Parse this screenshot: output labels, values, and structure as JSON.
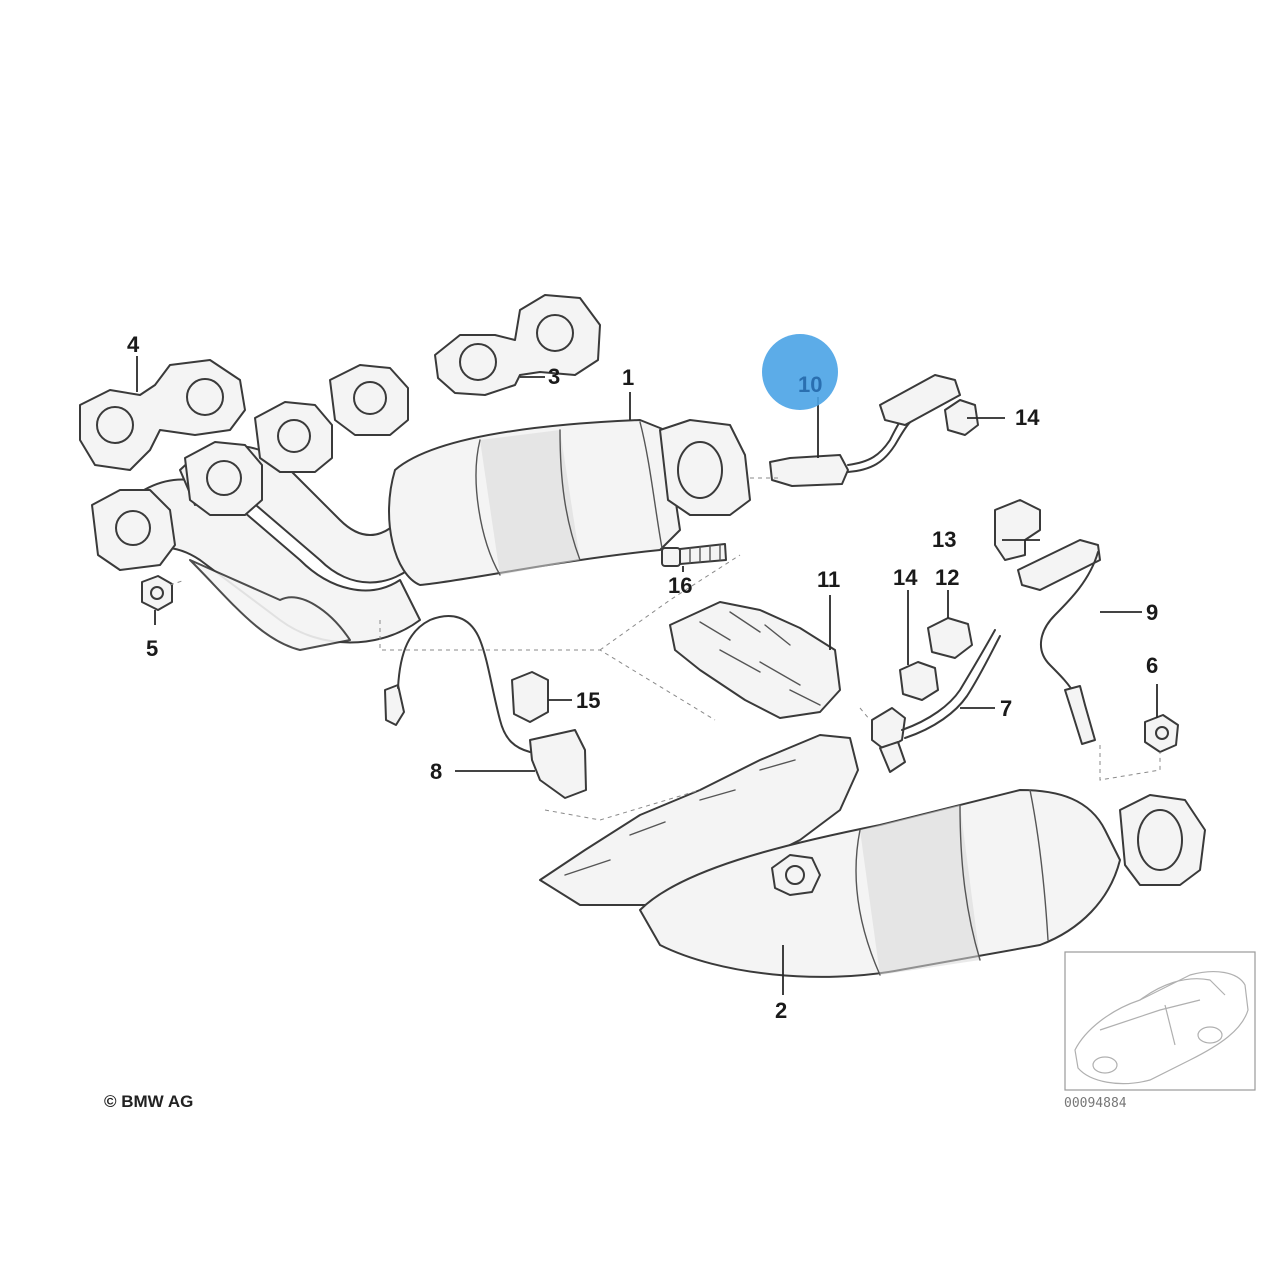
{
  "diagram": {
    "callouts": {
      "c1": "1",
      "c2": "2",
      "c3": "3",
      "c4": "4",
      "c5": "5",
      "c6": "6",
      "c7": "7",
      "c8": "8",
      "c9": "9",
      "c10": "10",
      "c11": "11",
      "c12": "12",
      "c13": "13",
      "c14a": "14",
      "c14b": "14",
      "c15": "15",
      "c16": "16"
    },
    "highlighted_callout": "10",
    "highlight_color": "#4aa3e6",
    "copyright": "© BMW AG",
    "reference_number": "00094884"
  }
}
